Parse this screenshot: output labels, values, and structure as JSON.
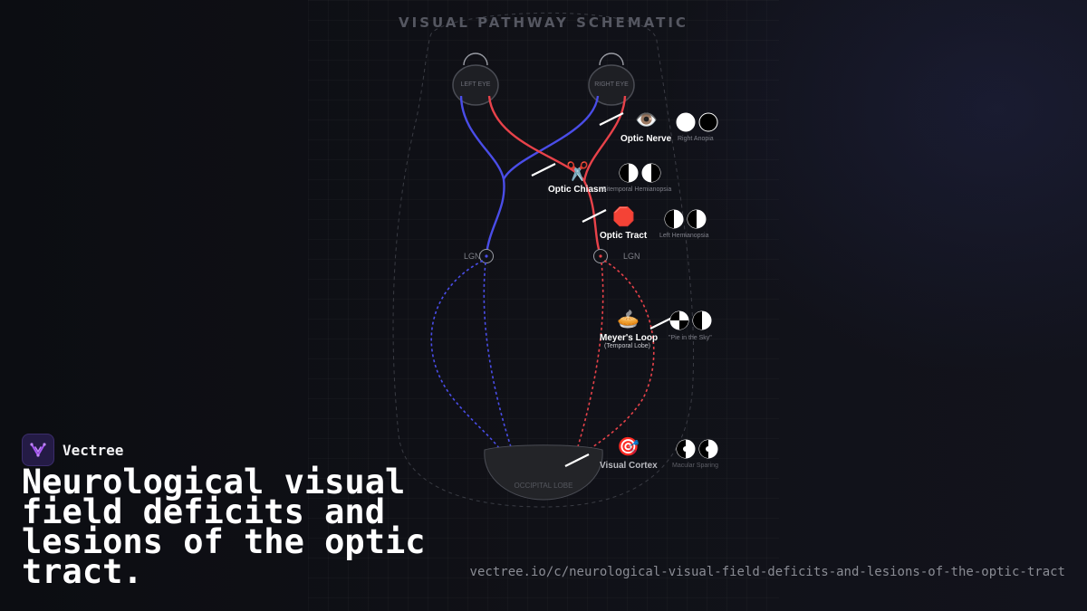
{
  "diagram": {
    "title": "VISUAL PATHWAY SCHEMATIC",
    "eyes": {
      "left": "LEFT EYE",
      "right": "RIGHT EYE"
    },
    "lgn": {
      "left": "LGN",
      "right": "LGN"
    },
    "occipital_label": "OCCIPITAL LOBE",
    "colors": {
      "left_field_pathway": "#4a4de8",
      "right_field_pathway": "#e8424a",
      "lesion_marker": "#ffffff"
    },
    "lesions": [
      {
        "title": "Optic Nerve",
        "subtitle": "",
        "icon": "eye-icon",
        "icon_glyph": "👁️",
        "deficit": "Right Anopia"
      },
      {
        "title": "Optic Chiasm",
        "subtitle": "",
        "icon": "scissors-icon",
        "icon_glyph": "✂️",
        "deficit": "Bitemporal Hemianopsia"
      },
      {
        "title": "Optic Tract",
        "subtitle": "",
        "icon": "stop-sign-icon",
        "icon_glyph": "🛑",
        "deficit": "Left Hemianopsia"
      },
      {
        "title": "Meyer's Loop",
        "subtitle": "(Temporal Lobe)",
        "icon": "pie-icon",
        "icon_glyph": "🥧",
        "deficit": "\"Pie in the Sky\""
      },
      {
        "title": "Visual Cortex",
        "subtitle": "",
        "icon": "target-icon",
        "icon_glyph": "🎯",
        "deficit": "Macular Sparing"
      }
    ]
  },
  "brand": {
    "name": "Vectree"
  },
  "headline": "Neurological visual field deficits and lesions of the optic tract.",
  "url": "vectree.io/c/neurological-visual-field-deficits-and-lesions-of-the-optic-tract"
}
